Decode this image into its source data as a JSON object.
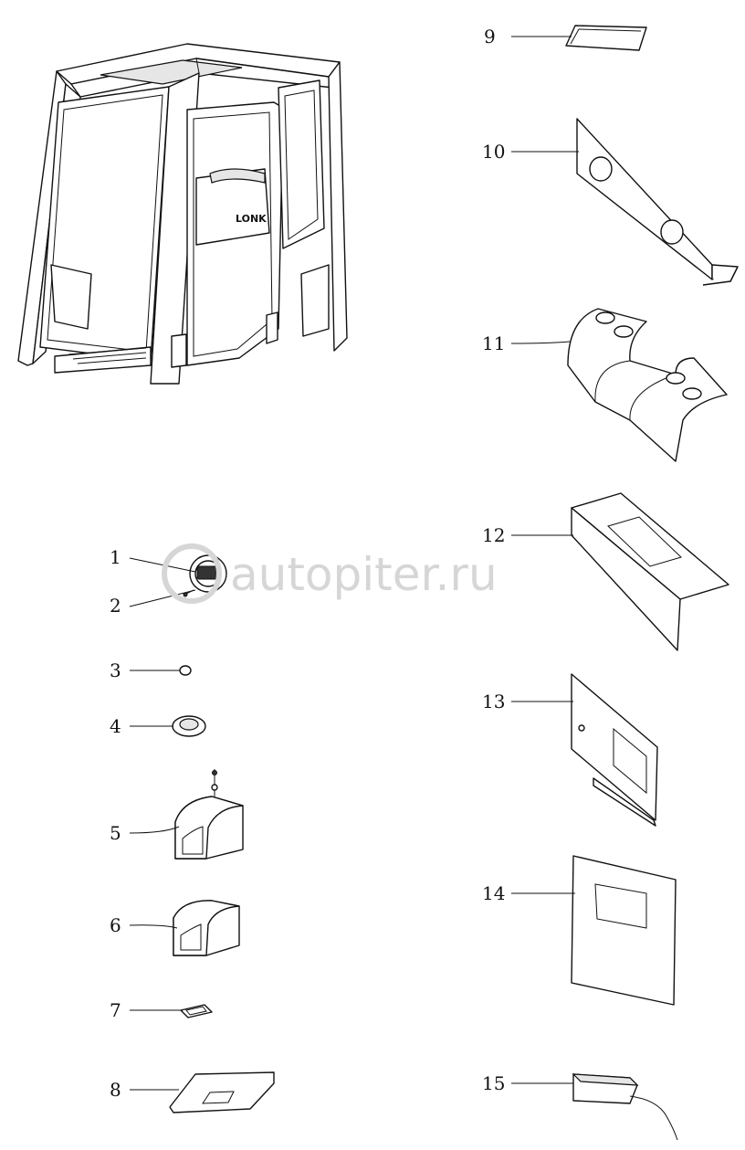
{
  "watermark": "autopiter.ru",
  "callouts": [
    {
      "n": "1"
    },
    {
      "n": "2"
    },
    {
      "n": "3"
    },
    {
      "n": "4"
    },
    {
      "n": "5"
    },
    {
      "n": "6"
    },
    {
      "n": "7"
    },
    {
      "n": "8"
    },
    {
      "n": "9"
    },
    {
      "n": "10"
    },
    {
      "n": "11"
    },
    {
      "n": "12"
    },
    {
      "n": "13"
    },
    {
      "n": "14"
    },
    {
      "n": "15"
    }
  ],
  "cab_logo_text": "LONK",
  "colors": {
    "line": "#111111",
    "watermark": "#d6d6d6",
    "background": "#ffffff"
  }
}
